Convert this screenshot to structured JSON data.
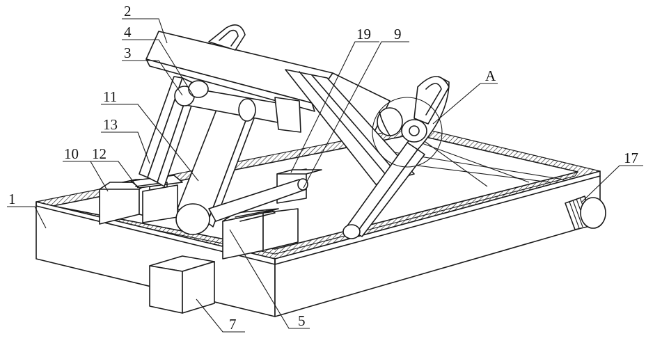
{
  "figure": {
    "labels": [
      {
        "id": "label-2",
        "text": "2"
      },
      {
        "id": "label-4",
        "text": "4"
      },
      {
        "id": "label-3",
        "text": "3"
      },
      {
        "id": "label-11",
        "text": "11"
      },
      {
        "id": "label-13",
        "text": "13"
      },
      {
        "id": "label-10",
        "text": "10"
      },
      {
        "id": "label-12",
        "text": "12"
      },
      {
        "id": "label-1",
        "text": "1"
      },
      {
        "id": "label-19",
        "text": "19"
      },
      {
        "id": "label-9",
        "text": "9"
      },
      {
        "id": "label-A",
        "text": "A"
      },
      {
        "id": "label-17",
        "text": "17"
      },
      {
        "id": "label-7",
        "text": "7"
      },
      {
        "id": "label-5",
        "text": "5"
      }
    ]
  }
}
